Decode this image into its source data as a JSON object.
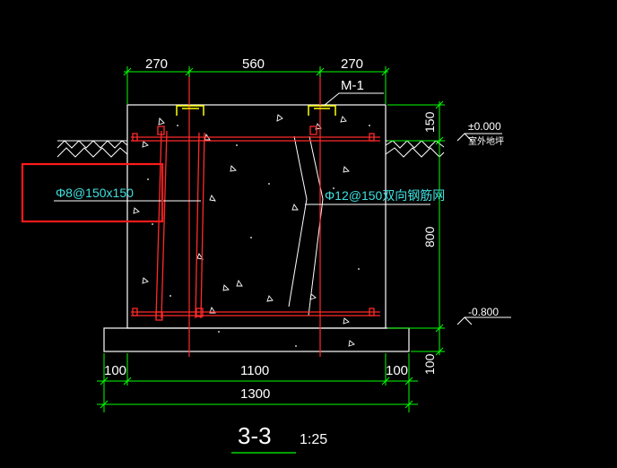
{
  "drawing": {
    "dims_top": [
      "270",
      "560",
      "270"
    ],
    "dims_bottom": [
      "100",
      "1100",
      "100"
    ],
    "dim_overall": "1300",
    "dims_right": [
      "150",
      "800",
      "100"
    ],
    "cover_tag": "M-1",
    "level_top": "±0.000",
    "level_top_note": "室外地坪",
    "level_bottom": "-0.800",
    "rebar_left": "Φ8@150x150",
    "rebar_right": "Φ12@150双向钢筋网",
    "section_title": "3-3",
    "section_scale": "1:25"
  },
  "colors": {
    "background": "#000000",
    "outline": "#ffffff",
    "dimension": "#00ff00",
    "rebar": "#ff2a2a",
    "annotation": "#3fe0e0",
    "hatch": "#ffffff",
    "cover": "#ffff00",
    "highlight": "#ff1a1a"
  }
}
